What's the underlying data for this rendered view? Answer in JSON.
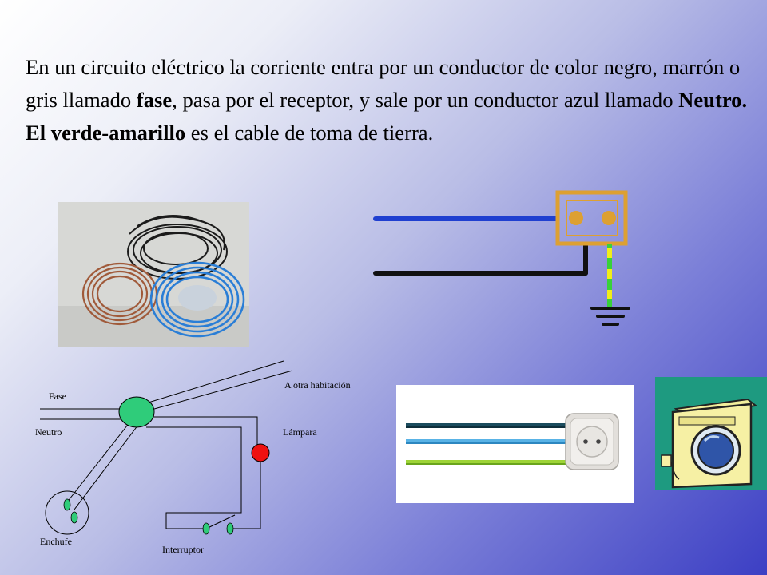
{
  "paragraph": {
    "part1": "En un circuito eléctrico la corriente entra por un conductor de color negro, marrón o gris llamado ",
    "bold1": "fase",
    "part2": ", pasa por el receptor, y sale por un conductor azul llamado ",
    "bold2": "Neutro. El verde-amarillo",
    "part3": " es el cable de toma de tierra."
  },
  "circuit": {
    "fase": "Fase",
    "neutro": "Neutro",
    "otra_habitacion": "A otra habitación",
    "lampara": "Lámpara",
    "enchufe": "Enchufe",
    "interruptor": "Interruptor"
  },
  "colors": {
    "neutral_blue": "#1f3fd0",
    "phase_black": "#111111",
    "earth_green": "#38d13a",
    "earth_yellow": "#f1ee19",
    "socket_orange": "#dda032",
    "junction_green": "#2fcc7a",
    "lamp_red": "#ee1111"
  }
}
